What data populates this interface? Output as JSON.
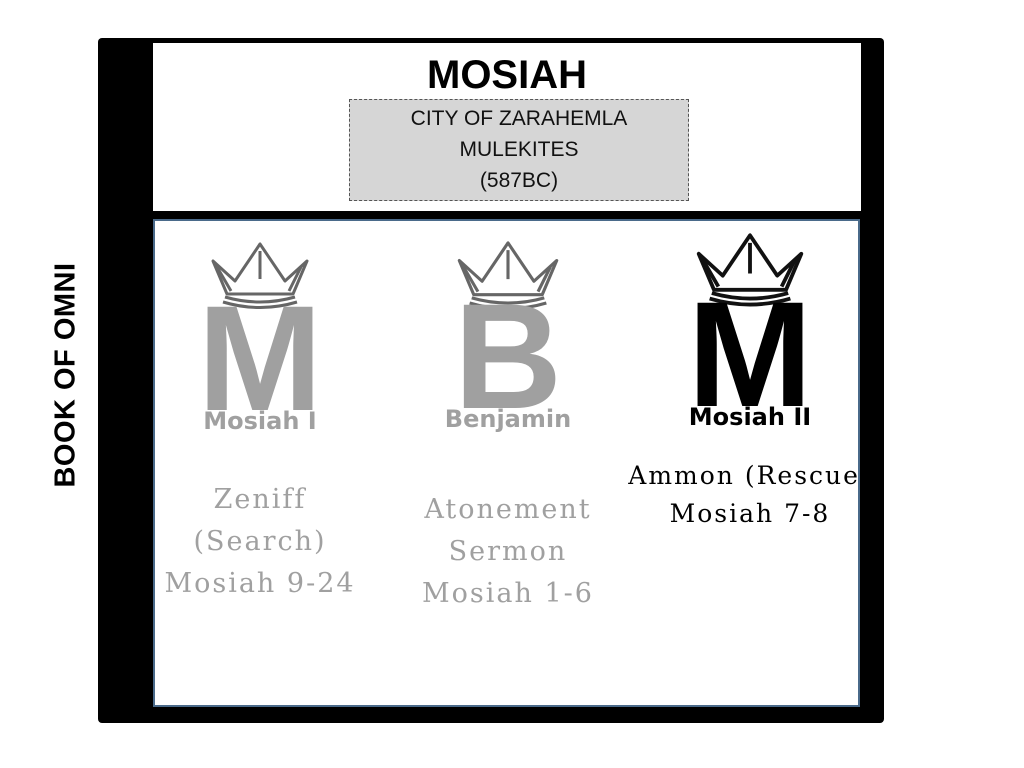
{
  "side_label": "BOOK OF OMNI",
  "title": "MOSIAH",
  "info_box": {
    "line1": "CITY OF ZARAHEMLA",
    "line2": "MULEKITES",
    "line3": "(587BC)"
  },
  "kings": [
    {
      "letter": "M",
      "name": "Mosiah I",
      "story": [
        "Zeniff",
        "(Search)",
        "Mosiah 9-24"
      ],
      "color": "#a0a0a0",
      "icon": "crown-icon"
    },
    {
      "letter": "B",
      "name": "Benjamin",
      "story": [
        "Atonement",
        "Sermon",
        "Mosiah 1-6"
      ],
      "color": "#a0a0a0",
      "icon": "crown-icon"
    },
    {
      "letter": "M",
      "name": "Mosiah II",
      "story": [
        "Ammon (Rescue)",
        "Mosiah 7-8"
      ],
      "color": "#000000",
      "icon": "crown-icon"
    }
  ]
}
